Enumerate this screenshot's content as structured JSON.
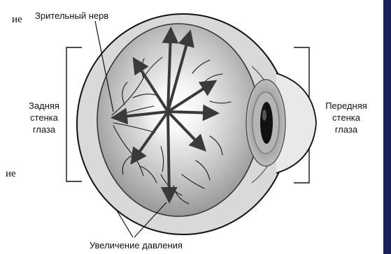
{
  "labels": {
    "optic_nerve": "Зрительный нерв",
    "rear_wall": [
      "Задняя",
      "стенка",
      "глаза"
    ],
    "front_wall": [
      "Передняя",
      "стенка",
      "глаза"
    ],
    "pressure": "Увеличение давления"
  },
  "cropped_text": [
    "ие",
    "ие"
  ],
  "colors": {
    "stripe": "#17235c",
    "outline": "#111111"
  }
}
